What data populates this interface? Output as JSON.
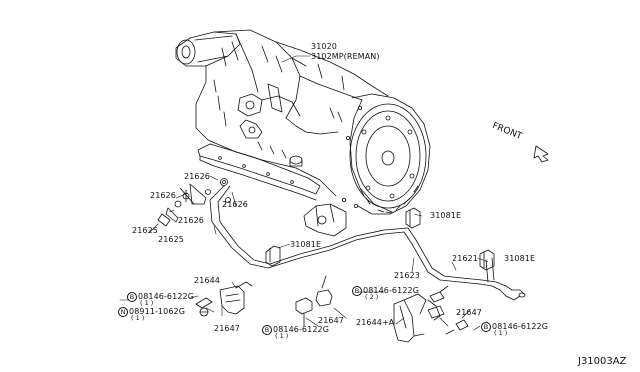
{
  "diagram_id": "J31003AZ",
  "front_label": "FRONT",
  "parts": {
    "p31020": "31020",
    "p3102mp": "3102MP(REMAN)",
    "p21626_a": "21626",
    "p21626_b": "21626",
    "p21626_c": "21626",
    "p21626_d": "21626",
    "p21625_a": "21625",
    "p21625_b": "21625",
    "p31081e_a": "31081E",
    "p31081e_b": "31081E",
    "p31081e_c": "31081E",
    "p21644": "21644",
    "p21647_a": "21647",
    "p21647_b": "21647",
    "p21647_c": "21647",
    "p21623": "21623",
    "p21621": "21621",
    "p21644a": "21644+A"
  },
  "fasteners": {
    "b1_marker": "B",
    "b1_code": "08146-6122G",
    "b1_qty": "( 1 )",
    "n1_marker": "N",
    "n1_code": "08911-1062G",
    "n1_qty": "( 1 )",
    "b2_marker": "B",
    "b2_code": "08146-6122G",
    "b2_qty": "( 1 )",
    "b3_marker": "B",
    "b3_code": "08146-6122G",
    "b3_qty": "( 2 )",
    "b4_marker": "B",
    "b4_code": "08146-6122G",
    "b4_qty": "( 1 )"
  }
}
